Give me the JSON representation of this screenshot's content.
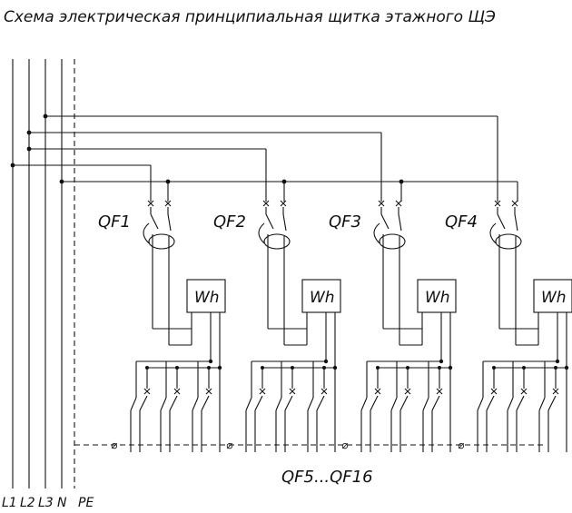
{
  "title": "Схема электрическая принципиальная щитка этажного ЩЭ",
  "bus_labels": [
    "L1",
    "L2",
    "L3",
    "N",
    "PE"
  ],
  "breakers": [
    {
      "label": "QF1",
      "meter": "Wh"
    },
    {
      "label": "QF2",
      "meter": "Wh"
    },
    {
      "label": "QF3",
      "meter": "Wh"
    },
    {
      "label": "QF4",
      "meter": "Wh"
    }
  ],
  "group_breakers_label": "QF5...QF16",
  "pe_symbol": "⌀"
}
